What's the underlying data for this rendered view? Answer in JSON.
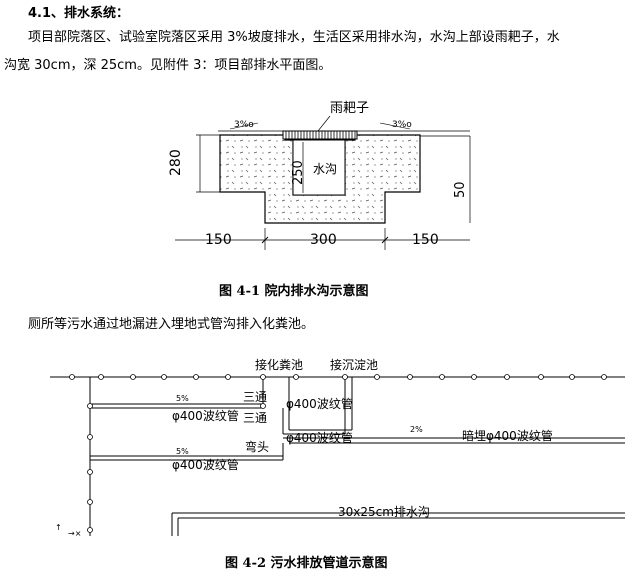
{
  "section": {
    "heading": "4.1、排水系统：",
    "paragraph1_line1": "项目部院落区、试验室院落区采用 3%坡度排水，生活区采用排水沟，水沟上部设雨耙子，水",
    "paragraph1_line2": "沟宽 30cm，深 25cm。见附件 3：项目部排水平面图。",
    "paragraph2": "厕所等污水通过地漏进入埋地式管沟排入化粪池。"
  },
  "figure1": {
    "caption": "图 4-1 院内排水沟示意图",
    "label_grate": "雨耙子",
    "label_trench": "水沟",
    "slope_left": "3%o",
    "slope_right": "3%o",
    "dim_280": "280",
    "dim_250": "250",
    "dim_50": "50",
    "dim_left": "150",
    "dim_mid": "300",
    "dim_right": "150"
  },
  "figure2": {
    "caption": "图 4-2 污水排放管道示意图",
    "label_septic": "接化粪池",
    "label_settle": "接沉淀池",
    "tee1": "三通",
    "tee2": "三通",
    "elbow": "弯头",
    "pipe1": "φ400波纹管",
    "pipe2": "φ400波纹管",
    "pipe3": "φ400波纹管",
    "pipe4": "φ400波纹管",
    "pipe_buried": "暗埋φ400波纹管",
    "ditch": "30x25cm排水沟",
    "slope1": "5%",
    "slope2": "5%",
    "slope3": "2%"
  }
}
